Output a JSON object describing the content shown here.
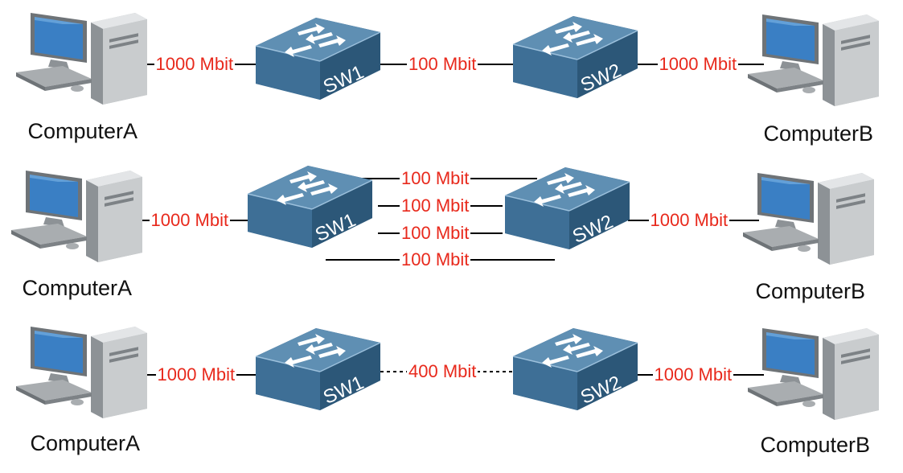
{
  "colors": {
    "link_label": "#e8291c",
    "switch_top": "#5f8fb3",
    "switch_front": "#3e6f96",
    "switch_side": "#2f5c80",
    "cable": "#000000",
    "computer_case": "#c9ccce",
    "monitor_screen": "#3a7fc4"
  },
  "scenarios": [
    {
      "computer_a": "ComputerA",
      "computer_b": "ComputerB",
      "sw1": "SW1",
      "sw2": "SW2",
      "link_a": "1000 Mbit",
      "inter_links": [
        "100 Mbit"
      ],
      "link_b": "1000 Mbit"
    },
    {
      "computer_a": "ComputerA",
      "computer_b": "ComputerB",
      "sw1": "SW1",
      "sw2": "SW2",
      "link_a": "1000 Mbit",
      "inter_links": [
        "100 Mbit",
        "100 Mbit",
        "100 Mbit",
        "100 Mbit"
      ],
      "link_b": "1000 Mbit"
    },
    {
      "computer_a": "ComputerA",
      "computer_b": "ComputerB",
      "sw1": "SW1",
      "sw2": "SW2",
      "link_a": "1000 Mbit",
      "inter_links": [
        "400 Mbit"
      ],
      "link_b": "1000 Mbit"
    }
  ]
}
